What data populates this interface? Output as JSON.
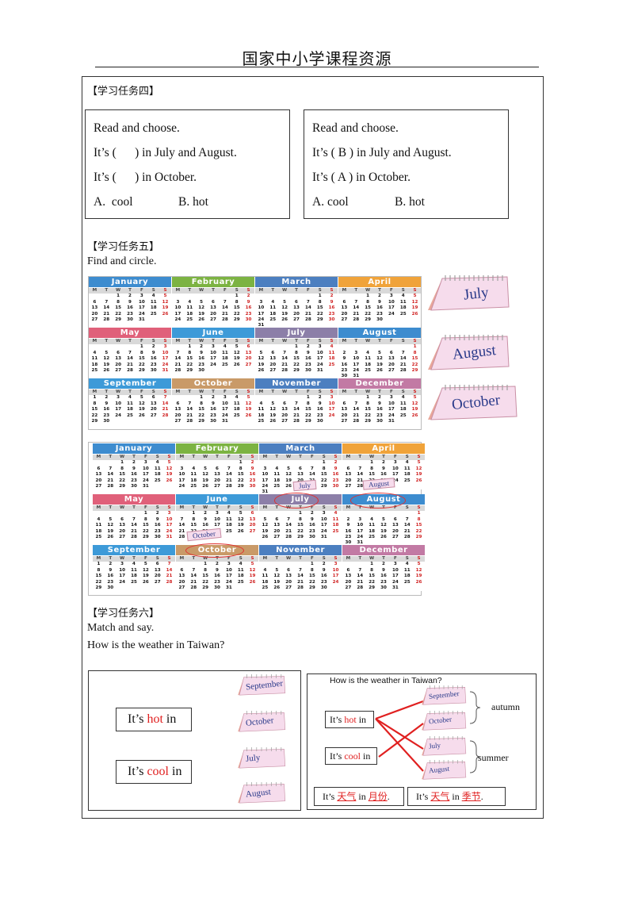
{
  "header": {
    "title": "国家中小学课程资源"
  },
  "task4": {
    "title": "【学习任务四】",
    "left": {
      "l1": "Read and choose.",
      "l2": "It’s (      ) in July and August.",
      "l3": "It’s (      ) in October.",
      "opt_a": "A.  cool",
      "opt_b": "B. hot"
    },
    "right": {
      "l1": "Read and choose.",
      "l2": "It’s ( B ) in July and August.",
      "l3": "It’s ( A ) in October.",
      "opt_a": "A. cool",
      "opt_b": "B. hot"
    }
  },
  "task5": {
    "title": "【学习任务五】",
    "instruction": "Find and circle.",
    "weekdays": [
      "M",
      "T",
      "W",
      "T",
      "F",
      "S",
      "S"
    ],
    "months": [
      {
        "name": "January",
        "color": "#3d8ccf",
        "days": "..1234.567891011.12131415161718.19202122232425.262728293031"
      },
      {
        "name": "February",
        "color": "#7cb342",
        "days": ".....1.2345678.9101112131415.16171819202122.2324252627282930"
      },
      {
        "name": "March",
        "color": "#4c7fc0",
        "days": ".....1.2345678.9101112131415.16171819202122.23242526272829.3031"
      },
      {
        "name": "April",
        "color": "#f0a33a",
        "days": "..12345.6789101112.13141516171819.20212223242526.27282930"
      },
      {
        "name": "May",
        "color": "#e0607a",
        "days": "....123.45678910.11121314151617.18192021222324.25262728293031"
      },
      {
        "name": "June",
        "color": "#3d9ad8",
        "days": ".1234567.891011121314.15161718192021.22232425262728.2930"
      },
      {
        "name": "July",
        "color": "#8c7fa8",
        "days": "...12345.6789101112.13141516171819.20212223242526.2728293031"
      },
      {
        "name": "August",
        "color": "#3d8ccf",
        "days": "......12.3456789.10111213141516.17181920212223.24252627282930.31"
      },
      {
        "name": "September",
        "color": "#3d9ad8",
        "days": "123456.78910111213.14151617181920.21222324252627.282930"
      },
      {
        "name": "October",
        "color": "#c99a68",
        "days": "..1234.567891011.12131415161718.19202122232425.262728293031"
      },
      {
        "name": "November",
        "color": "#4c7fc0",
        "days": "....1.2345678.9101112131415.16171819202122.23242526272829.30"
      },
      {
        "name": "December",
        "color": "#c27aa4",
        "days": "..123456.78910111213.14151617181920.21222324252627.28293031"
      }
    ],
    "tents": [
      "July",
      "August",
      "October"
    ]
  },
  "task6": {
    "title": "【学习任务六】",
    "instruction": "Match and say.",
    "question": "How is the weather in Taiwan?",
    "left": {
      "s1_pre": "It’s ",
      "s1_word": "hot",
      "s1_post": "  in",
      "s2_pre": "It’s ",
      "s2_word": "cool",
      "s2_post": "  in",
      "cards": [
        "September",
        "October",
        "July",
        "August"
      ]
    },
    "right": {
      "question": "How is the weather in Taiwan?",
      "s1_pre": "It’s ",
      "s1_word": "hot",
      "s1_post": " in",
      "s2_pre": "It’s ",
      "s2_word": "cool",
      "s2_post": " in",
      "cards": [
        "September",
        "October",
        "July",
        "August"
      ],
      "autumn": "autumn",
      "summer": "summer",
      "f1_pre": "It’s ",
      "f1_word": "天气",
      "f1_mid": " in ",
      "f1_word2": "月份",
      "f1_end": ".",
      "f2_pre": "It’s ",
      "f2_word": "天气",
      "f2_mid": " in ",
      "f2_word2": "季节",
      "f2_end": "."
    },
    "line_color": "#e02020"
  }
}
